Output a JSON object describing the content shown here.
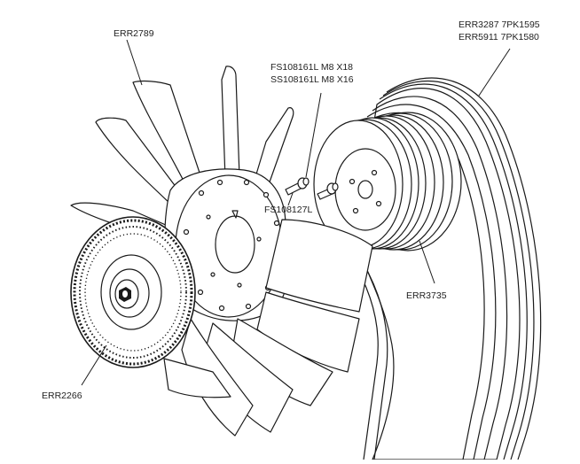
{
  "diagram": {
    "labels": {
      "fan_blade": "ERR2789",
      "belt_line1": "ERR3287 7PK1595",
      "belt_line2": "ERR5911 7PK1580",
      "bolt_line1": "FS108161L M8 X18",
      "bolt_line2": "SS108161L M8 X16",
      "nut": "FS108127L",
      "pulley": "ERR3735",
      "viscous_coupling": "ERR2266"
    },
    "colors": {
      "ink": "#1a1a1a",
      "paper": "#ffffff"
    }
  }
}
